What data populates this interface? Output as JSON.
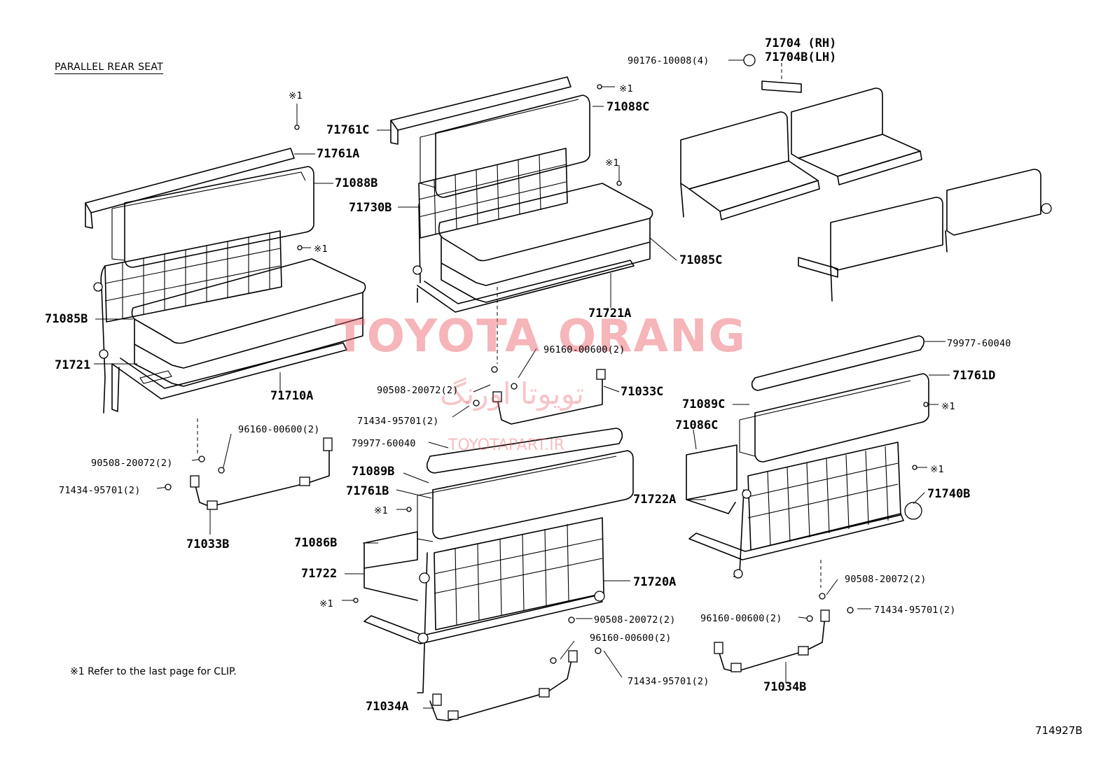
{
  "title": "PARALLEL REAR SEAT",
  "footnote": "※1  Refer to the last page for CLIP.",
  "diagram_number": "714927B",
  "watermark": {
    "main": "TOYOTA ORANG",
    "persian": "تویوتا اورنگ",
    "site": "TOYOTAPART.IR"
  },
  "parts": {
    "p71704": "71704  (RH)",
    "p71704b": "71704B(LH)",
    "p90176": "90176-10008(4)",
    "p71761c": "71761C",
    "p71088c": "71088C",
    "p71761a": "71761A",
    "p71088b": "71088B",
    "p71730b": "71730B",
    "p71085c": "71085C",
    "p71721a": "71721A",
    "p71085b": "71085B",
    "p71721": "71721",
    "p71710a": "71710A",
    "p96160_a": "96160-00600(2)",
    "p71033c": "71033C",
    "p90508_a": "90508-20072(2)",
    "p71434_a": "71434-95701(2)",
    "p96160_b": "96160-00600(2)",
    "p90508_b": "90508-20072(2)",
    "p71434_b": "71434-95701(2)",
    "p71033b": "71033B",
    "p79977_a": "79977-60040",
    "p71089b": "71089B",
    "p71761b": "71761B",
    "p71086b": "71086B",
    "p71722": "71722",
    "p71720a": "71720A",
    "p90508_c": "90508-20072(2)",
    "p96160_c": "96160-00600(2)",
    "p71434_c": "71434-95701(2)",
    "p71034a": "71034A",
    "p79977_b": "79977-60040",
    "p71761d": "71761D",
    "p71089c": "71089C",
    "p71086c": "71086C",
    "p71722a": "71722A",
    "p71740b": "71740B",
    "p90508_d": "90508-20072(2)",
    "p96160_d": "96160-00600(2)",
    "p71434_d": "71434-95701(2)",
    "p71034b": "71034B"
  },
  "clip_refs": {
    "c1": "※1",
    "c2": "※1",
    "c3": "※1",
    "c4": "※1",
    "c5": "※1",
    "c6": "※1",
    "c7": "※1",
    "c8": "※1"
  }
}
